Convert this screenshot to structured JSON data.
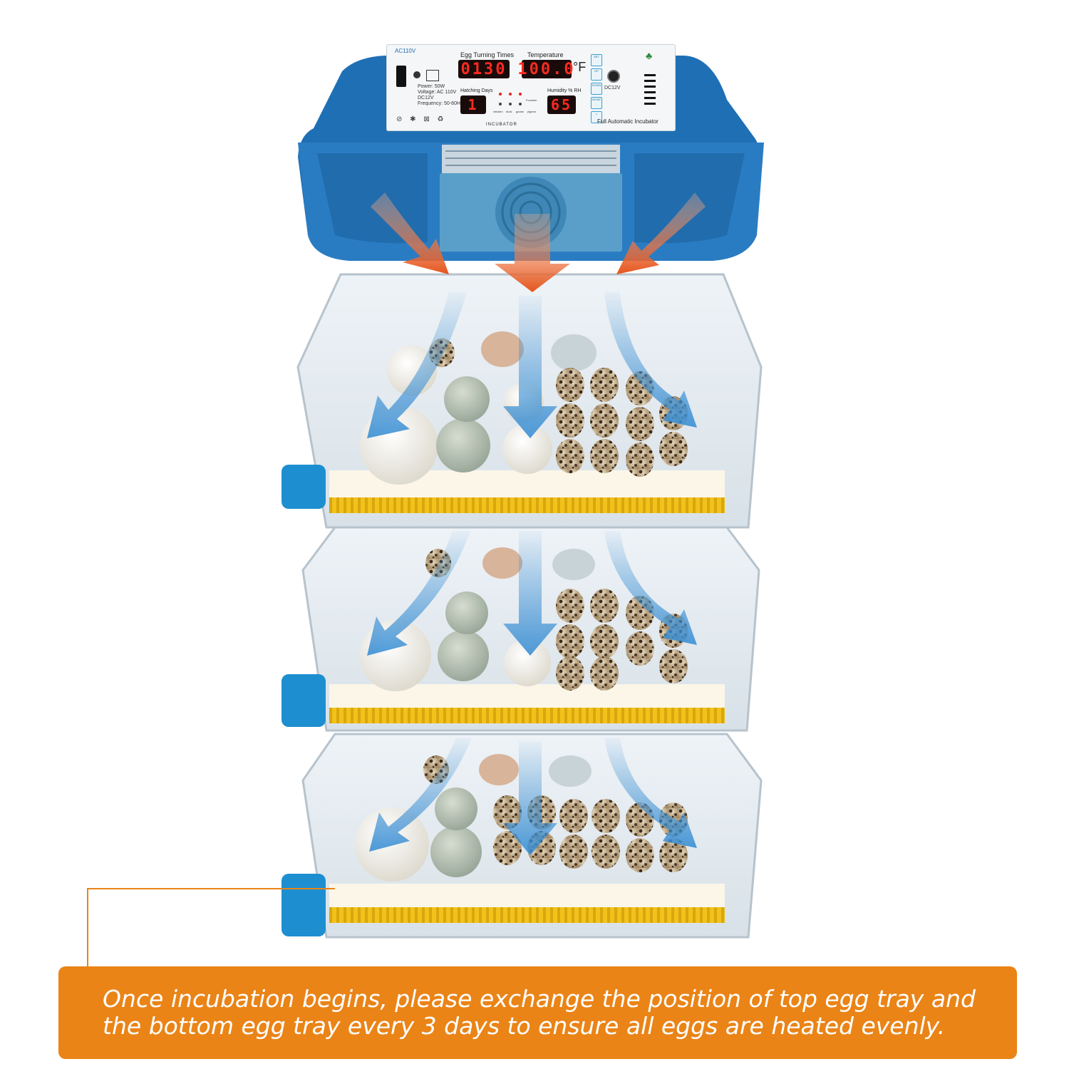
{
  "panel": {
    "voltage_model": "AC110V",
    "egg_turning_label": "Egg Turning Times",
    "egg_turning_value": "0130",
    "temperature_label": "Temperature",
    "temperature_value": "100.0",
    "temperature_unit": "°F",
    "hatching_label": "Hatching Days",
    "hatching_value": "1",
    "humidity_label": "Humidity % RH",
    "humidity_value": "65",
    "dc_label": "DC12V",
    "power_spec": "Power: 50W",
    "voltage_spec": "Voltage: AC 110V",
    "dc_spec": "DC12V",
    "frequency_spec": "Frequency: 50-60Hz",
    "mode_chicken": "chicken",
    "mode_duck": "duck",
    "mode_goose": "goose",
    "mode_pigeon": "pigeon",
    "function_label": "Function",
    "buttons": [
      "SET",
      "UP",
      "DOWN",
      "MODE"
    ],
    "brand_text": "INCUBATOR",
    "product_name": "Full Automatic Incubator"
  },
  "notice": {
    "line1": "Once incubation begins, please exchange the position of top egg tray and",
    "line2": "the bottom egg tray every 3 days to ensure all eggs are heated evenly."
  },
  "colors": {
    "lid_blue": "#1f6fb5",
    "lid_dark": "#165a96",
    "notice_orange": "#ea8417",
    "heat_arrow": "#e5541c",
    "air_arrow": "#3a8fd4",
    "tray_yellow": "#f2c21b",
    "lcd_red": "#ff2a1f"
  }
}
